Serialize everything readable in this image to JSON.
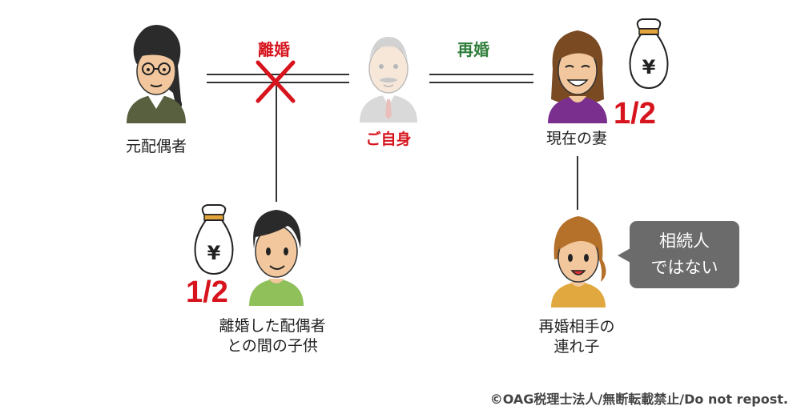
{
  "people": {
    "former_spouse": {
      "label": "元配偶者"
    },
    "self": {
      "label": "ご自身"
    },
    "current_wife": {
      "label": "現在の妻"
    },
    "child_from_divorce": {
      "label_line1": "離婚した配偶者",
      "label_line2": "との間の子供"
    },
    "stepchild": {
      "label_line1": "再婚相手の",
      "label_line2": "連れ子"
    }
  },
  "relations": {
    "divorce": "離婚",
    "remarriage": "再婚"
  },
  "shares": {
    "current_wife": "1/2",
    "child_from_divorce": "1/2"
  },
  "bubble": {
    "line1": "相続人",
    "line2": "ではない"
  },
  "footer": {
    "copyright": "©OAG税理士法人/無断転載禁止/Do not repost."
  },
  "colors": {
    "accent_red": "#d7141d",
    "accent_green": "#2e7d3a",
    "line": "#333333",
    "bubble": "#6b6b6b"
  }
}
